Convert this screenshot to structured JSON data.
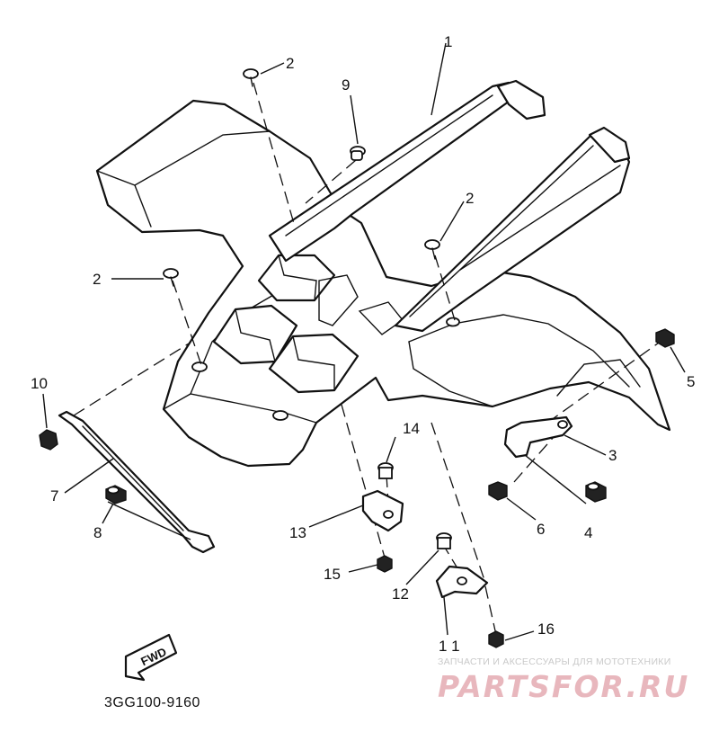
{
  "callouts": [
    {
      "id": "c1",
      "text": "1"
    },
    {
      "id": "c2a",
      "text": "2"
    },
    {
      "id": "c2b",
      "text": "2"
    },
    {
      "id": "c2c",
      "text": "2"
    },
    {
      "id": "c3",
      "text": "3"
    },
    {
      "id": "c4",
      "text": "4"
    },
    {
      "id": "c5",
      "text": "5"
    },
    {
      "id": "c6",
      "text": "6"
    },
    {
      "id": "c7",
      "text": "7"
    },
    {
      "id": "c8",
      "text": "8"
    },
    {
      "id": "c9",
      "text": "9"
    },
    {
      "id": "c10",
      "text": "10"
    },
    {
      "id": "c11",
      "text": "1 1"
    },
    {
      "id": "c12",
      "text": "12"
    },
    {
      "id": "c13",
      "text": "13"
    },
    {
      "id": "c14",
      "text": "14"
    },
    {
      "id": "c15",
      "text": "15"
    },
    {
      "id": "c16",
      "text": "16"
    }
  ],
  "fwd_label": "FWD",
  "diagram_code": "3GG100-9160",
  "watermark": {
    "tagline": "ЗАПЧАСТИ И АКСЕССУАРЫ ДЛЯ МОТОТЕХНИКИ",
    "logo": "PARTSFOR.RU"
  },
  "colors": {
    "line": "#111111",
    "background": "#ffffff",
    "watermark_logo": "#e8b7bd",
    "watermark_text": "#c9c9c9"
  }
}
